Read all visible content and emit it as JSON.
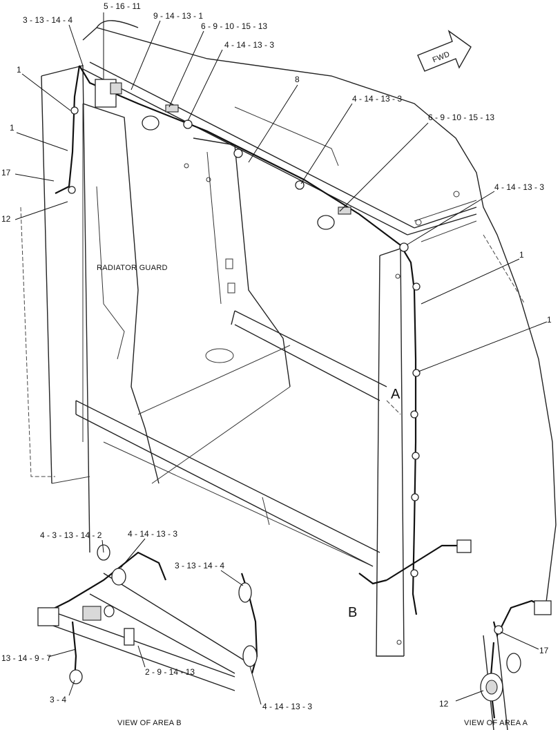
{
  "labels": {
    "l1": "3 - 13 - 14 - 4",
    "l2": "5 - 16 - 11",
    "l3": "9 - 14 - 13 - 1",
    "l4": "6 - 9 - 10 - 15 - 13",
    "l5": "4 - 14 - 13 - 3",
    "l6": "1",
    "l7": "1",
    "l8": "17",
    "l9": "12",
    "l10": "8",
    "l11": "4 - 14 - 13 - 3",
    "l12": "6 - 9 - 10 - 15 - 13",
    "l13": "4 - 14 - 13 - 3",
    "l14": "1",
    "l15": "1",
    "l16": "A",
    "l17": "B",
    "l18": "RADIATOR GUARD",
    "l19": "FWD",
    "l20": "4 - 3 - 13 - 14 - 2",
    "l21": "4 - 14 - 13 - 3",
    "l22": "3 - 13 - 14 - 4",
    "l23": "13 - 14 - 9 - 7",
    "l24": "2 - 9 - 14 - 13",
    "l25": "3 - 4",
    "l26": "4 - 14 - 13 - 3",
    "l27": "VIEW OF AREA  B",
    "l28": "17",
    "l29": "12",
    "l30": "VIEW OF AREA  A"
  }
}
